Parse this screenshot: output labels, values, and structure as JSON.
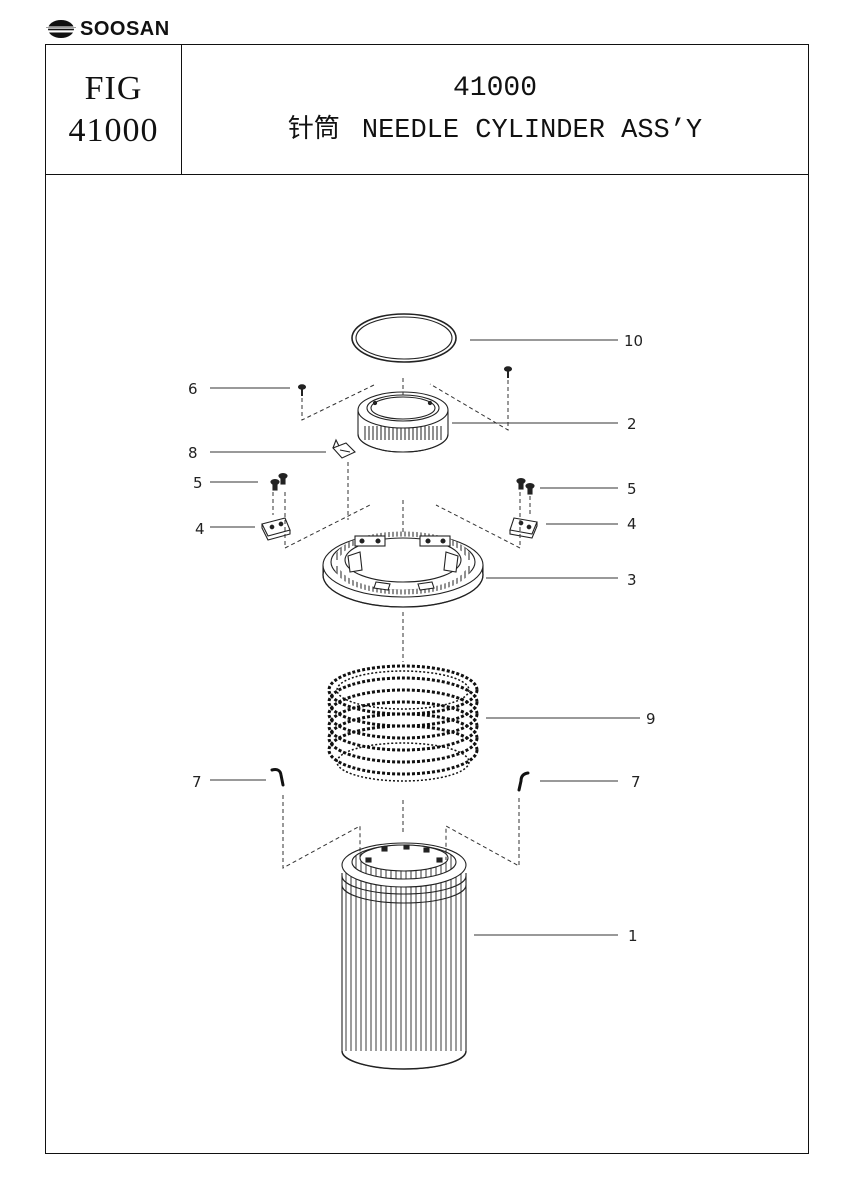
{
  "brand": {
    "name": "SOOSAN",
    "logo_icon": "soosan-logo-icon"
  },
  "header": {
    "fig_label": "FIG",
    "fig_number": "41000",
    "part_number": "41000",
    "title_cn": "针筒",
    "title_en": "NEEDLE CYLINDER ASS’Y"
  },
  "callouts": {
    "c1": "1",
    "c2": "2",
    "c3": "3",
    "c4a": "4",
    "c4b": "4",
    "c5a": "5",
    "c5b": "5",
    "c6": "6",
    "c7a": "7",
    "c7b": "7",
    "c8": "8",
    "c9": "9",
    "c10": "10"
  },
  "parts": [
    {
      "number": "1",
      "name": "needle-cylinder-icon"
    },
    {
      "number": "2",
      "name": "top-ring-icon"
    },
    {
      "number": "3",
      "name": "cam-ring-icon"
    },
    {
      "number": "4",
      "name": "clamp-plate-icon"
    },
    {
      "number": "5",
      "name": "screw-pair-icon"
    },
    {
      "number": "6",
      "name": "screw-icon"
    },
    {
      "number": "7",
      "name": "hook-pin-icon"
    },
    {
      "number": "8",
      "name": "latch-clip-icon"
    },
    {
      "number": "9",
      "name": "coil-spring-icon"
    },
    {
      "number": "10",
      "name": "o-ring-icon"
    }
  ]
}
